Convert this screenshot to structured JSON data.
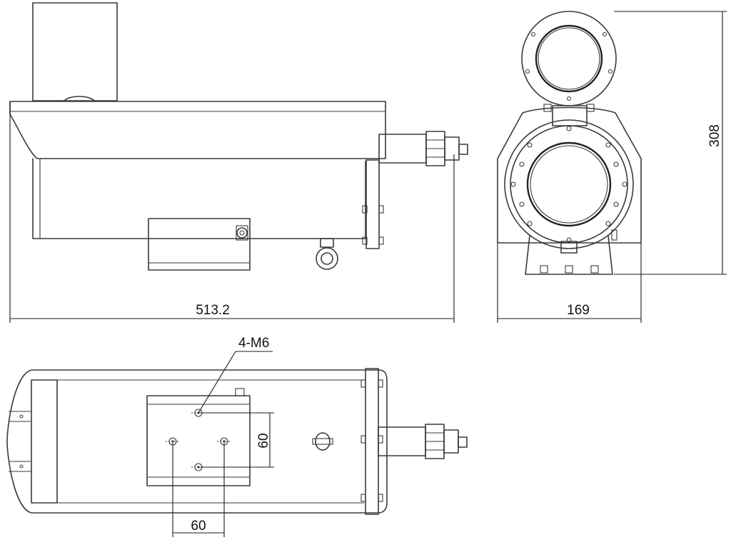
{
  "dimensions": {
    "overall_length": "513.2",
    "overall_width": "169",
    "overall_height": "308",
    "thread_spec": "4-M6",
    "hole_spacing_vertical": "60",
    "hole_spacing_horizontal": "60"
  }
}
